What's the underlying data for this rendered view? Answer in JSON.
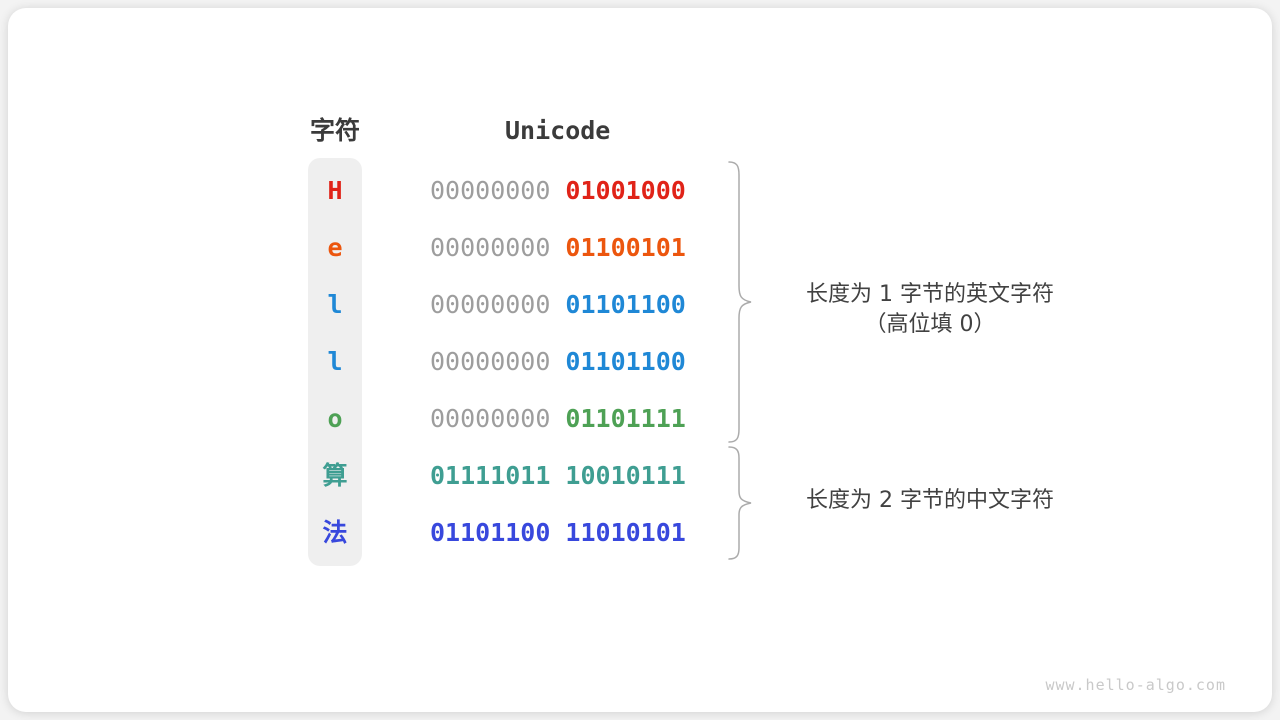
{
  "page": {
    "background": "#f3f3f3",
    "card_background": "#ffffff",
    "watermark": "www.hello-algo.com"
  },
  "table": {
    "headers": {
      "character": "字符",
      "unicode": "Unicode"
    },
    "rows": [
      {
        "char": "H",
        "color": "#e02318",
        "byte1": "00000000",
        "byte2": "01001000",
        "byte1_color": "#9d9d9d",
        "byte1_weight": "400"
      },
      {
        "char": "e",
        "color": "#ec560e",
        "byte1": "00000000",
        "byte2": "01100101",
        "byte1_color": "#9d9d9d",
        "byte1_weight": "400"
      },
      {
        "char": "l",
        "color": "#1f88d6",
        "byte1": "00000000",
        "byte2": "01101100",
        "byte1_color": "#9d9d9d",
        "byte1_weight": "400"
      },
      {
        "char": "l",
        "color": "#1f88d6",
        "byte1": "00000000",
        "byte2": "01101100",
        "byte1_color": "#9d9d9d",
        "byte1_weight": "400"
      },
      {
        "char": "o",
        "color": "#4ea155",
        "byte1": "00000000",
        "byte2": "01101111",
        "byte1_color": "#9d9d9d",
        "byte1_weight": "400"
      },
      {
        "char": "算",
        "color": "#3f9e92",
        "byte1": "01111011",
        "byte2": "10010111",
        "byte1_color": "#3f9e92",
        "byte1_weight": "700"
      },
      {
        "char": "法",
        "color": "#3848dd",
        "byte1": "01101100",
        "byte2": "11010101",
        "byte1_color": "#3848dd",
        "byte1_weight": "700"
      }
    ]
  },
  "annotations": [
    {
      "line1": "长度为 1 字节的英文字符",
      "line2": "（高位填 0）"
    },
    {
      "line1": "长度为 2 字节的中文字符"
    }
  ],
  "colors": {
    "header_text": "#3b3b3b",
    "zero_gray": "#9d9d9d",
    "brace": "#ababab",
    "char_column_bg": "#efefef",
    "watermark_gray": "#c9c9c9"
  }
}
